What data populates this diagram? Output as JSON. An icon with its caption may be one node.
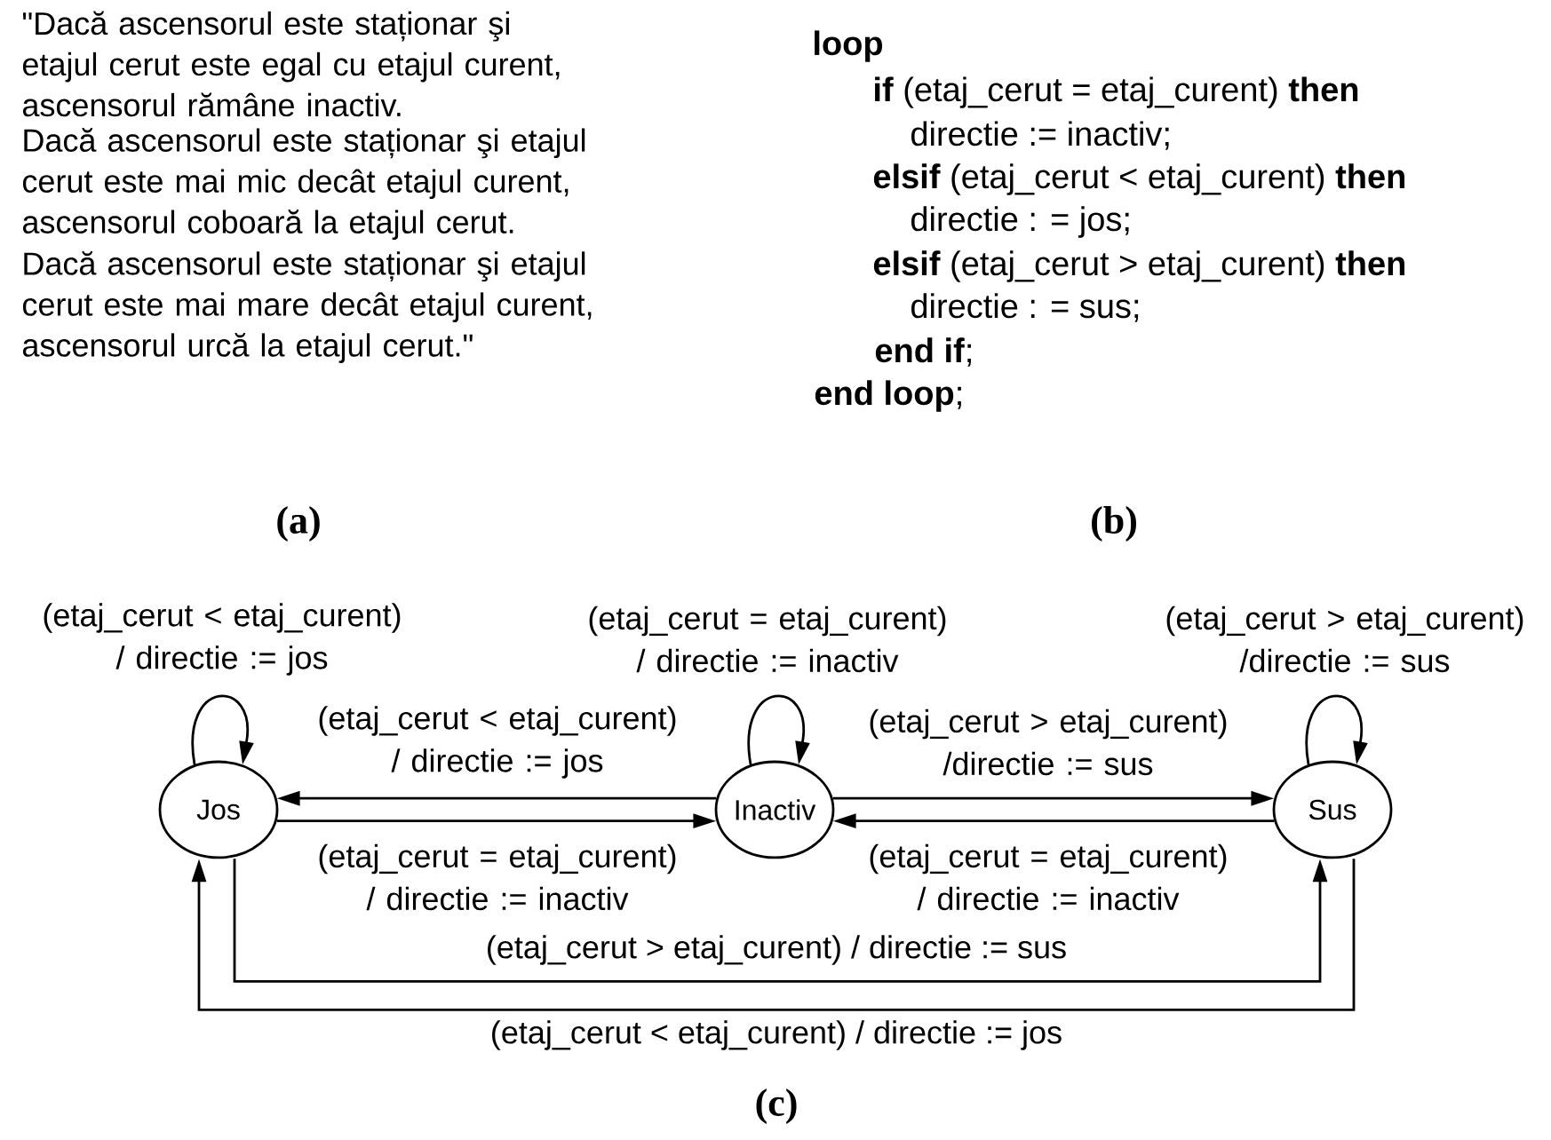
{
  "diagram": {
    "nodes": [
      {
        "text": [
          "Jos"
        ]
      },
      {
        "text": [
          "Inactiv"
        ]
      },
      {
        "text": [
          "Sus"
        ]
      }
    ],
    "edges": [
      {
        "from": 0,
        "to": 0,
        "arrow": "to",
        "label": "(etaj_cerut < etaj_curent) / directie := jos"
      },
      {
        "from": 1,
        "to": 1,
        "arrow": "to",
        "label": "(etaj_cerut = etaj_curent) / directie := inactiv"
      },
      {
        "from": 2,
        "to": 2,
        "arrow": "to",
        "label": "(etaj_cerut > etaj_curent) /directie := sus"
      },
      {
        "from": 1,
        "to": 0,
        "arrow": "to",
        "label": "(etaj_cerut < etaj_curent) / directie := jos"
      },
      {
        "from": 0,
        "to": 1,
        "arrow": "to",
        "label": "(etaj_cerut = etaj_curent) / directie := inactiv"
      },
      {
        "from": 1,
        "to": 2,
        "arrow": "to",
        "label": "(etaj_cerut > etaj_curent) /directie := sus"
      },
      {
        "from": 2,
        "to": 1,
        "arrow": "to",
        "label": "(etaj_cerut = etaj_curent) / directie := inactiv"
      },
      {
        "from": 0,
        "to": 2,
        "arrow": "to",
        "label": "(etaj_cerut > etaj_curent) / directie := sus"
      },
      {
        "from": 2,
        "to": 0,
        "arrow": "to",
        "label": "(etaj_cerut < etaj_curent) / directie := jos"
      }
    ],
    "labels": [
      "\"Dacă ascensorul este staționar şi etajul cerut este egal cu etajul curent, ascensorul rămâne inactiv.",
      "Dacă ascensorul este staționar şi etajul cerut este mai mic decât etajul curent, ascensorul coboară la etajul cerut.",
      "Dacă ascensorul este staționar şi etajul cerut este mai mare decât etajul curent, ascensorul urcă la etajul cerut.\"",
      "(a)",
      "loop",
      "**if** (etaj_cerut = etaj_curent) **then**",
      "directie := inactiv;",
      "**elsif** (etaj_cerut < etaj_curent) **then**",
      "directie : = jos;",
      "**elsif** (etaj_cerut > etaj_curent) **then**",
      "directie : = sus;",
      "**end if**;",
      "**end loop**;",
      "(b)",
      "(c)"
    ]
  }
}
